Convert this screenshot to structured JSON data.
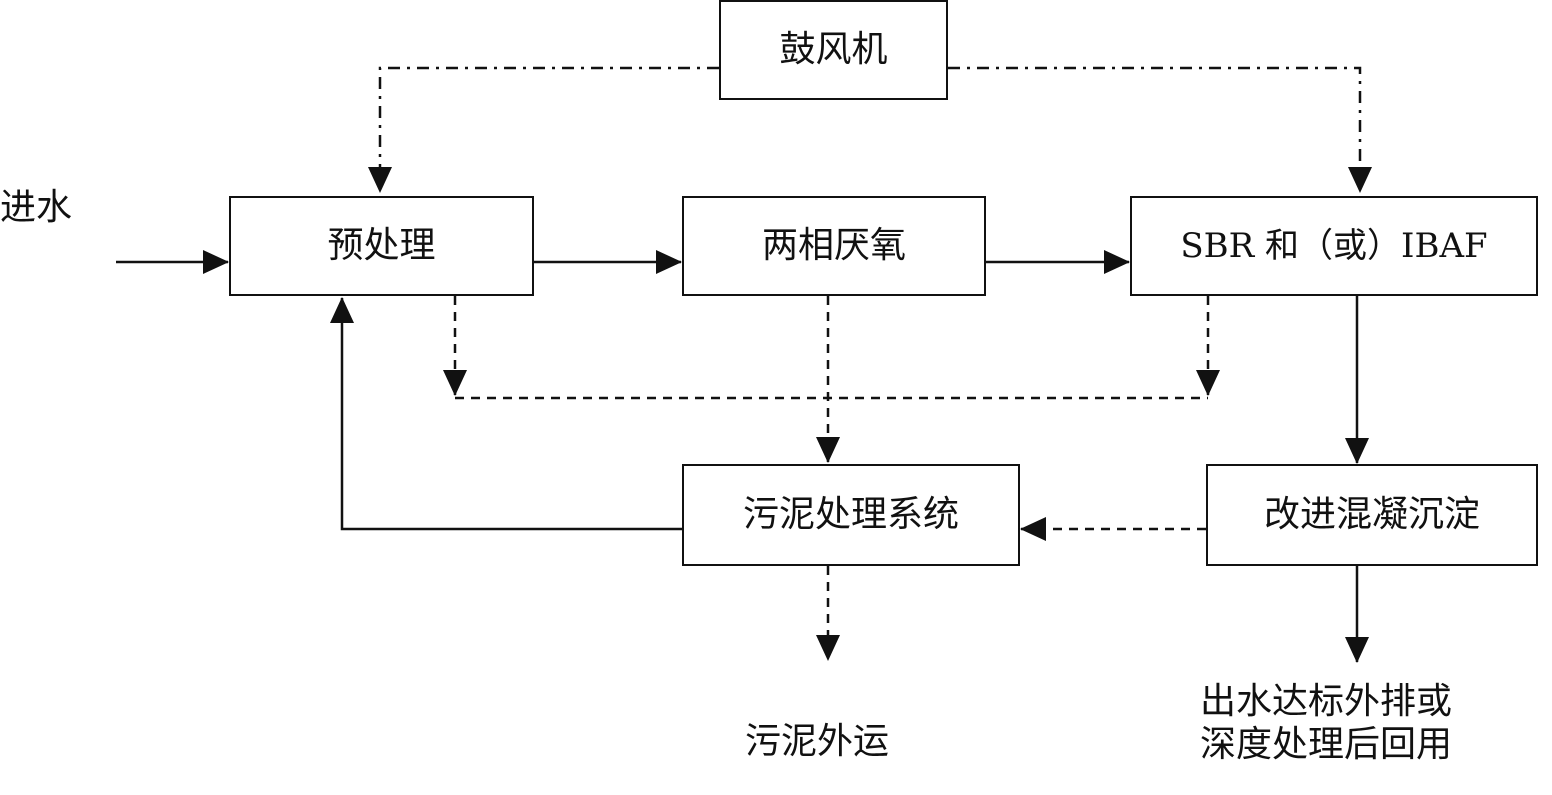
{
  "diagram": {
    "nodes": {
      "blower": "鼓风机",
      "pretreatment": "预处理",
      "two_phase_anaerobic": "两相厌氧",
      "sbr_ibaf": "SBR 和（或）IBAF",
      "sludge_treatment": "污泥处理系统",
      "improved_coagulation": "改进混凝沉淀"
    },
    "labels": {
      "inflow": "进水",
      "sludge_out": "污泥外运",
      "effluent_line1": "出水达标外排或",
      "effluent_line2": "深度处理后回用"
    }
  }
}
